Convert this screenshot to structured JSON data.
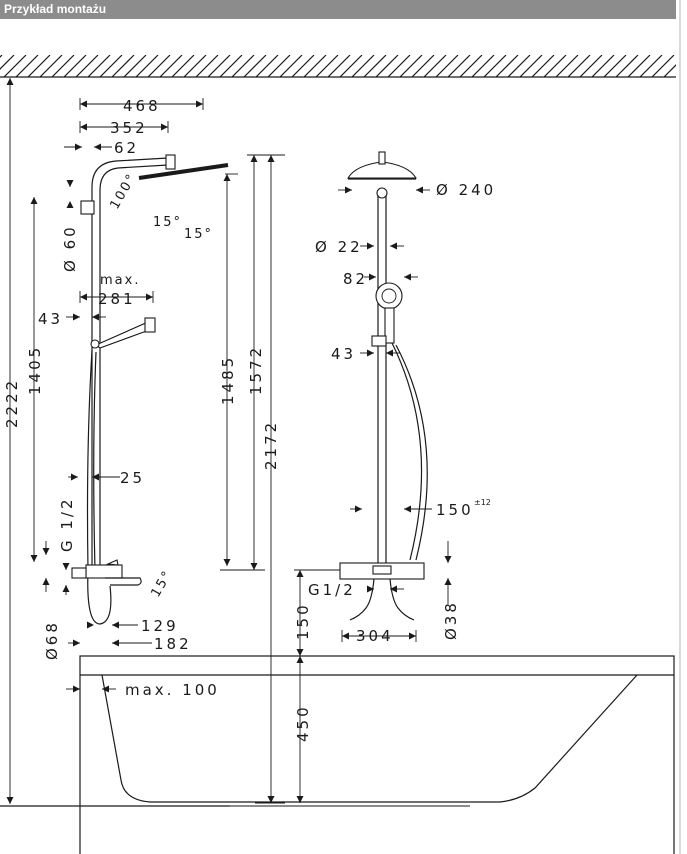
{
  "header": {
    "title": "Przykład montażu"
  },
  "dimensions": {
    "d468": "468",
    "d352": "352",
    "d62": "62",
    "d100deg": "100°",
    "d15a": "15°",
    "d15b": "15°",
    "d15c": "15°",
    "d60": "Ø 60",
    "dmax": "max.",
    "d281": "281",
    "d43left": "43",
    "d1405": "1405",
    "d2222": "2222",
    "d1485": "1485",
    "d1572": "1572",
    "d2172": "2172",
    "d25": "25",
    "dg12left": "G 1/2",
    "d68": "Ø68",
    "d129": "129",
    "d182": "182",
    "d240": "Ø 240",
    "d22": "Ø 22",
    "d82": "82",
    "d43right": "43",
    "d150": "150",
    "d150tol": "±12",
    "dg12right": "G1/2",
    "d38": "Ø38",
    "d304": "304",
    "d150v": "150",
    "d450": "450",
    "dmax100": "max. 100"
  },
  "colors": {
    "header_bg": "#8c8c8c",
    "header_text": "#ffffff",
    "line": "#1a1a1a"
  }
}
